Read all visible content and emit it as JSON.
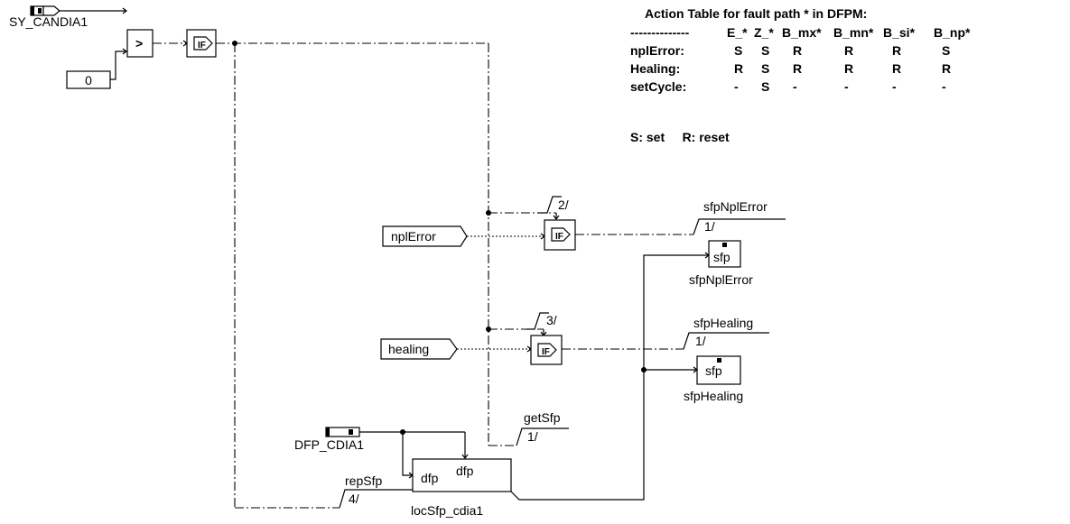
{
  "inputs": {
    "sy_candia1": "SY_CANDIA1",
    "const_zero": "0",
    "npl_error": "nplError",
    "healing": "healing",
    "dfp_cdia1": "DFP_CDIA1"
  },
  "blocks": {
    "compare_symbol": ">",
    "if_label": "IF",
    "dfp_left": "dfp",
    "dfp_top": "dfp",
    "sfp_label": "sfp",
    "loc_sfp": "locSfp_cdia1",
    "sfp_npl_error": "sfpNplError",
    "sfp_healing": "sfpHealing"
  },
  "ports": {
    "if2": "2/",
    "if3": "3/",
    "npl_out_name": "sfpNplError",
    "npl_out_idx": "1/",
    "heal_out_name": "sfpHealing",
    "heal_out_idx": "1/",
    "get_sfp_name": "getSfp",
    "get_sfp_idx": "1/",
    "rep_sfp_name": "repSfp",
    "rep_sfp_idx": "4/"
  },
  "action_table": {
    "title": "Action Table for fault path * in DFPM:",
    "header": [
      "--------------",
      "E_*",
      "Z_*",
      "B_mx*",
      "B_mn*",
      "B_si*",
      "B_np*"
    ],
    "rows": [
      {
        "label": "nplError:",
        "cells": [
          "S",
          "S",
          "R",
          "R",
          "R",
          "S"
        ]
      },
      {
        "label": "Healing:",
        "cells": [
          "R",
          "S",
          "R",
          "R",
          "R",
          "R"
        ]
      },
      {
        "label": "setCycle:",
        "cells": [
          "-",
          "S",
          "-",
          "-",
          "-",
          "-"
        ]
      }
    ],
    "legend": "S: set     R: reset"
  }
}
